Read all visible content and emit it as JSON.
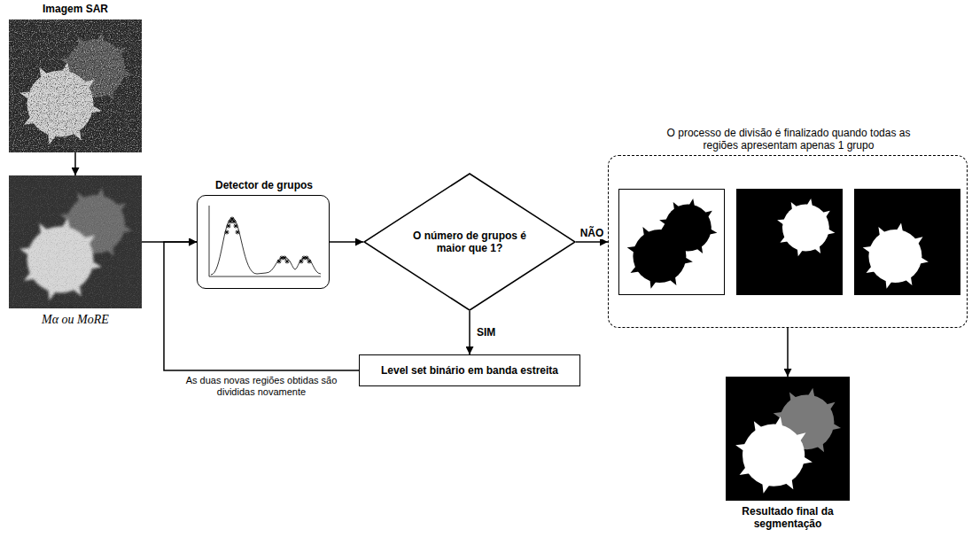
{
  "diagram": {
    "nodes": [
      {
        "text": [
          "Imagem SAR"
        ]
      },
      {
        "text": [
          "Mα ou MoRE"
        ]
      },
      {
        "text": [
          "Detector de grupos"
        ]
      },
      {
        "text": [
          "O número de grupos é maior que 1?"
        ]
      },
      {
        "text": [
          "Level set binário em banda estreita"
        ]
      },
      {
        "text": [
          "O processo de divisão é finalizado quando todas as regiões apresentam apenas 1 grupo"
        ]
      },
      {
        "text": [
          "Resultado final da segmentação"
        ]
      }
    ],
    "edges": [
      {
        "from": 0,
        "to": 1,
        "arrow": "to"
      },
      {
        "from": 1,
        "to": 2,
        "arrow": "to"
      },
      {
        "from": 2,
        "to": 3,
        "arrow": "to"
      },
      {
        "from": 3,
        "to": 5,
        "label": "NÃO",
        "arrow": "to"
      },
      {
        "from": 3,
        "to": 4,
        "label": "SIM",
        "arrow": "to"
      },
      {
        "from": 4,
        "to": 2,
        "label": "As duas novas regiões obtidas são divididas novamente",
        "arrow": "to"
      },
      {
        "from": 5,
        "to": 6,
        "arrow": "to"
      }
    ]
  }
}
